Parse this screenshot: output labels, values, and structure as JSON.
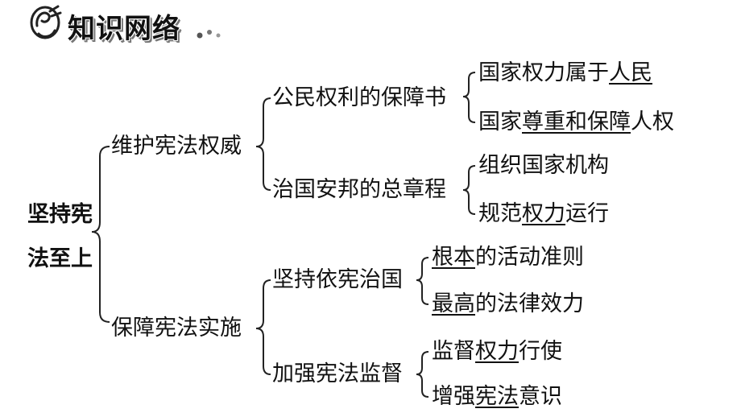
{
  "header": {
    "title": "知识网络"
  },
  "root": {
    "line1": "坚持宪",
    "line2": "法至上"
  },
  "branches": [
    {
      "label": "维护宪法权威",
      "children": [
        {
          "label": "公民权利的保障书",
          "leaves": [
            {
              "a": "国家权力属于",
              "u": "人民",
              "b": ""
            },
            {
              "a": "国家",
              "u": "尊重和保障",
              "b": "人权"
            }
          ]
        },
        {
          "label": "治国安邦的总章程",
          "leaves": [
            {
              "a": "组织国家机构",
              "u": "",
              "b": ""
            },
            {
              "a": "规范",
              "u": "权力",
              "b": "运行"
            }
          ]
        }
      ]
    },
    {
      "label": "保障宪法实施",
      "children": [
        {
          "label": "坚持依宪治国",
          "leaves": [
            {
              "a": "",
              "u": "根本",
              "b": "的活动准则"
            },
            {
              "a": "",
              "u": "最高",
              "b": "的法律效力"
            }
          ]
        },
        {
          "label": "加强宪法监督",
          "leaves": [
            {
              "a": "监督",
              "u": "权力",
              "b": "行使"
            },
            {
              "a": "增强",
              "u": "宪法",
              "b": "意识"
            }
          ]
        }
      ]
    }
  ]
}
